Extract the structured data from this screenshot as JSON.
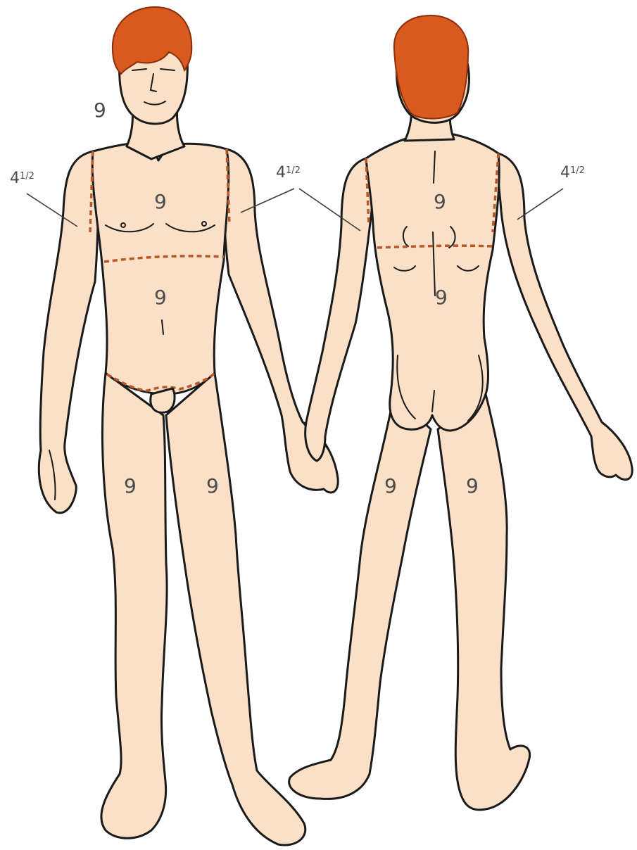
{
  "labels": {
    "head": "9",
    "chest": "9",
    "abdomen": "9",
    "front_thigh_right": "9",
    "front_thigh_left": "9",
    "back_upper": "9",
    "back_lower": "9",
    "back_thigh_left": "9",
    "back_thigh_right": "9",
    "arm_1": {
      "whole": "4",
      "frac": "1/2"
    },
    "arm_2": {
      "whole": "4",
      "frac": "1/2"
    },
    "arm_3": {
      "whole": "4",
      "frac": "1/2"
    }
  },
  "colors": {
    "skin": "#fbe0c8",
    "hair": "#d85a1e",
    "outline": "#1a1a1a",
    "region_boundary": "#b8572a"
  }
}
